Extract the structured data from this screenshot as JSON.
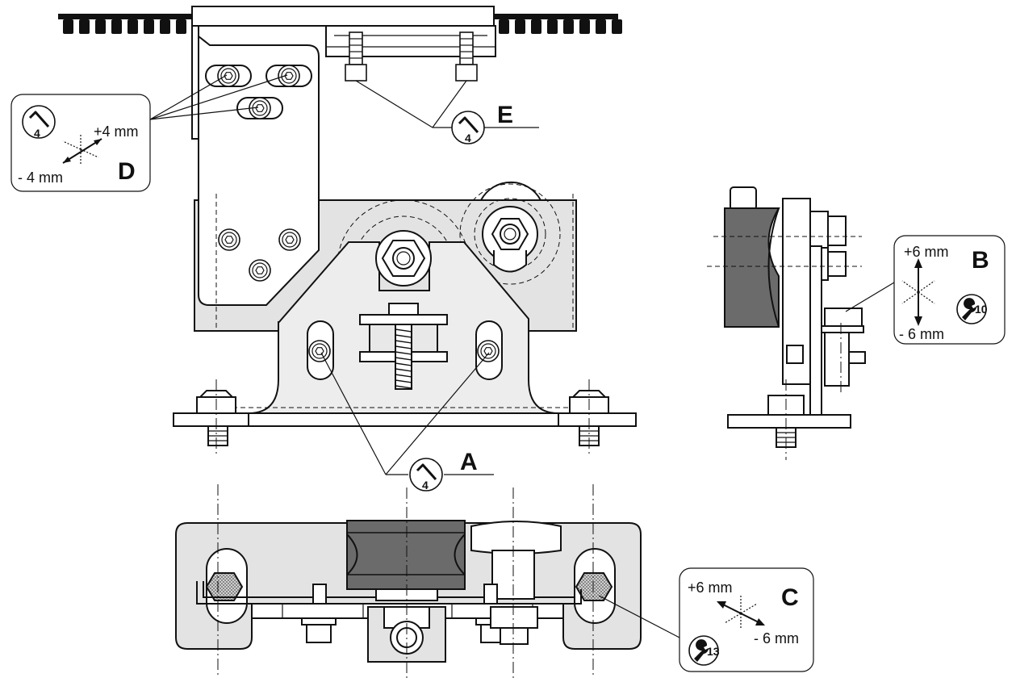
{
  "callouts": {
    "A": {
      "letter": "A",
      "tool_size": "4"
    },
    "B": {
      "letter": "B",
      "tool_size": "10",
      "plus": "+6 mm",
      "minus": "- 6 mm"
    },
    "C": {
      "letter": "C",
      "tool_size": "13",
      "plus": "+6 mm",
      "minus": "- 6 mm"
    },
    "D": {
      "letter": "D",
      "tool_size": "4",
      "plus": "+4 mm",
      "minus": "- 4 mm"
    },
    "E": {
      "letter": "E",
      "tool_size": "4"
    }
  },
  "icons": {
    "allen_key": "hex-key-icon",
    "spanner": "wrench-icon",
    "adjust": "adjustment-arrows-icon"
  },
  "colors": {
    "line": "#111111",
    "plate_fill": "#e3e3e3",
    "roller_fill": "#6b6b6b"
  }
}
